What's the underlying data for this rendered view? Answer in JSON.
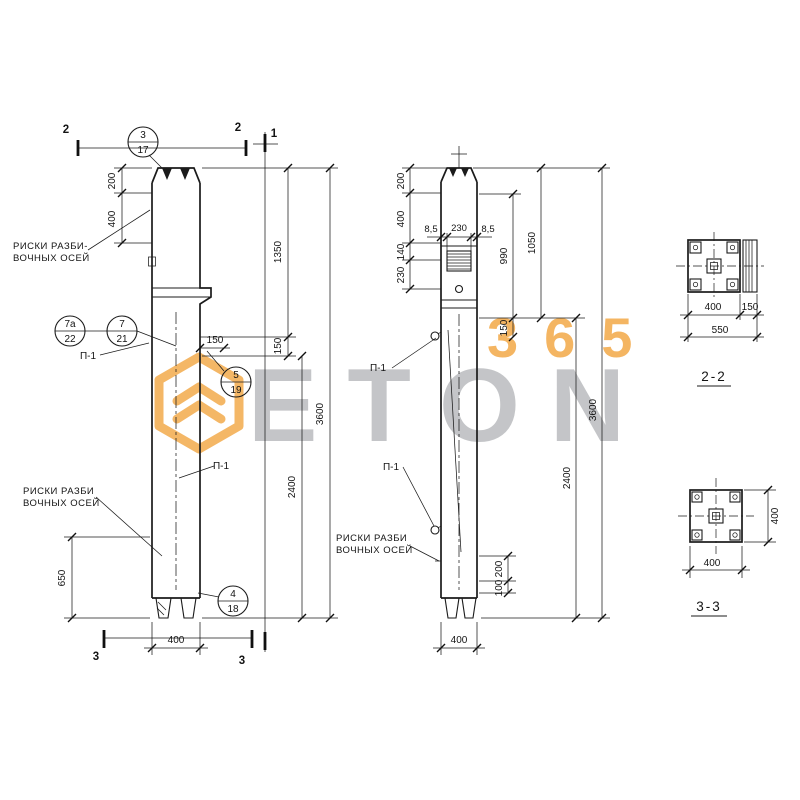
{
  "watermark": {
    "brand": "ETON",
    "number": "365",
    "accent_color": "#f2a33c",
    "text_color": "#8f9296"
  },
  "markers": {
    "m1": "1",
    "m2": "2",
    "m3": "3"
  },
  "callouts": {
    "c3": {
      "num": "3",
      "qty": "17"
    },
    "c7a": {
      "num": "7а",
      "qty": "22"
    },
    "c7": {
      "num": "7",
      "qty": "21"
    },
    "c5": {
      "num": "5",
      "qty": "19"
    },
    "c4": {
      "num": "4",
      "qty": "18"
    }
  },
  "notes": {
    "riski1a": "РИСКИ РАЗБИ-",
    "riski1b": "ВОЧНЫХ ОСЕЙ",
    "riski2a": "РИСКИ РАЗБИ",
    "riski2b": "ВОЧНЫХ ОСЕЙ",
    "riski3a": "РИСКИ РАЗБИ",
    "riski3b": "ВОЧНЫХ ОСЕЙ",
    "p1": "П-1"
  },
  "left_view": {
    "d200": "200",
    "d400": "400",
    "d1350": "1350",
    "d150_inner": "150",
    "d150_offset": "150",
    "d2400": "2400",
    "d3600": "3600",
    "d650": "650",
    "d400_width": "400"
  },
  "mid_view": {
    "d85_left": "8,5",
    "d230_top": "230",
    "d85_right": "8,5",
    "d200": "200",
    "d400": "400",
    "d140": "140",
    "d230": "230",
    "d990": "990",
    "d1050": "1050",
    "d150": "150",
    "d2400": "2400",
    "d3600": "3600",
    "d200_bottom": "200",
    "d100_bottom": "100",
    "d400_width": "400"
  },
  "section_22": {
    "label": "2-2",
    "d400": "400",
    "d150": "150",
    "d550": "550"
  },
  "section_33": {
    "label": "3-3",
    "d400_right": "400",
    "d400_bottom": "400"
  }
}
